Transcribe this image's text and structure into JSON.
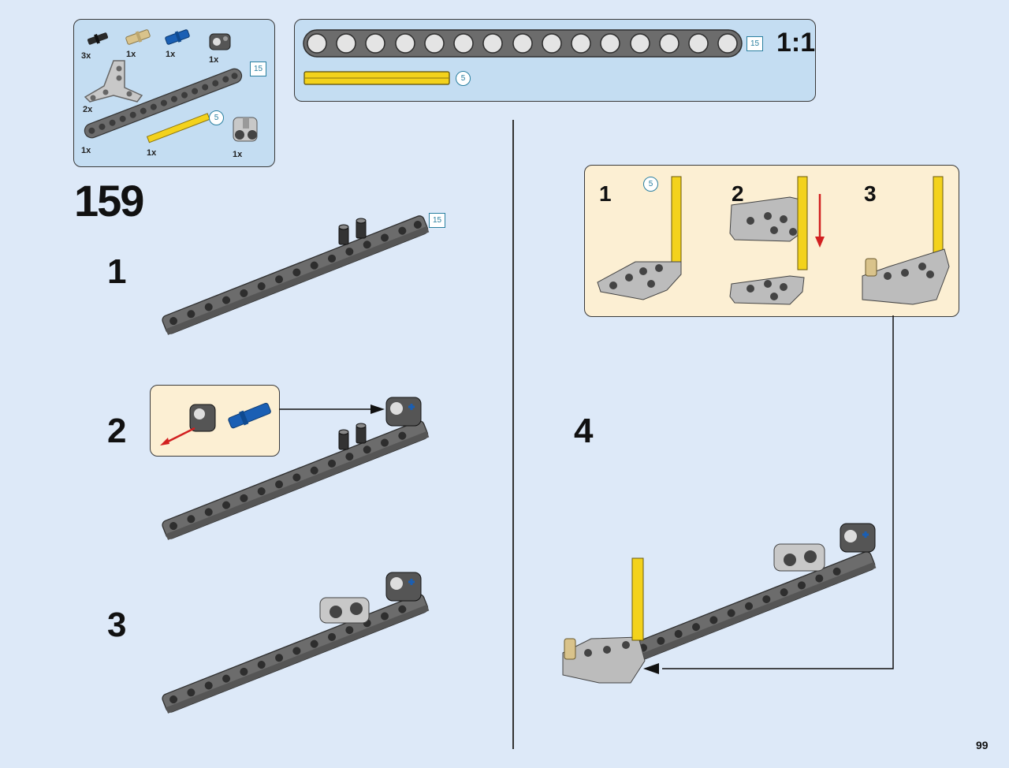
{
  "page_number": "99",
  "step_number": "159",
  "parts_list": {
    "items": [
      {
        "qty": "3x",
        "icon": "black-friction-pin"
      },
      {
        "qty": "1x",
        "icon": "tan-axle-pin"
      },
      {
        "qty": "1x",
        "icon": "blue-axle-pin"
      },
      {
        "qty": "1x",
        "icon": "dark-gray-pin-connector"
      },
      {
        "qty": "2x",
        "icon": "light-gray-triangle-plate"
      },
      {
        "qty": "1x",
        "icon": "dark-gray-15-beam"
      },
      {
        "qty": "1x",
        "icon": "yellow-5-axle"
      },
      {
        "qty": "1x",
        "icon": "light-gray-double-connector"
      }
    ],
    "beam_length": "15",
    "axle_length": "5"
  },
  "scale_box": {
    "label": "1:1",
    "beam_length": "15",
    "axle_length": "5"
  },
  "substeps": [
    {
      "number": "1",
      "beam_length": "15"
    },
    {
      "number": "2"
    },
    {
      "number": "3"
    },
    {
      "number": "4"
    }
  ],
  "callout": {
    "steps": [
      {
        "number": "1",
        "axle_length": "5"
      },
      {
        "number": "2"
      },
      {
        "number": "3"
      }
    ]
  },
  "colors": {
    "background": "#dde9f8",
    "panel_blue": "#c4ddf2",
    "panel_cream": "#fcefd3",
    "beam_dark": "#6c6c6c",
    "beam_light": "#bdbdbd",
    "axle_yellow": "#f3d21c",
    "arrow_red": "#d22020",
    "pin_blue": "#1a5fb4"
  }
}
